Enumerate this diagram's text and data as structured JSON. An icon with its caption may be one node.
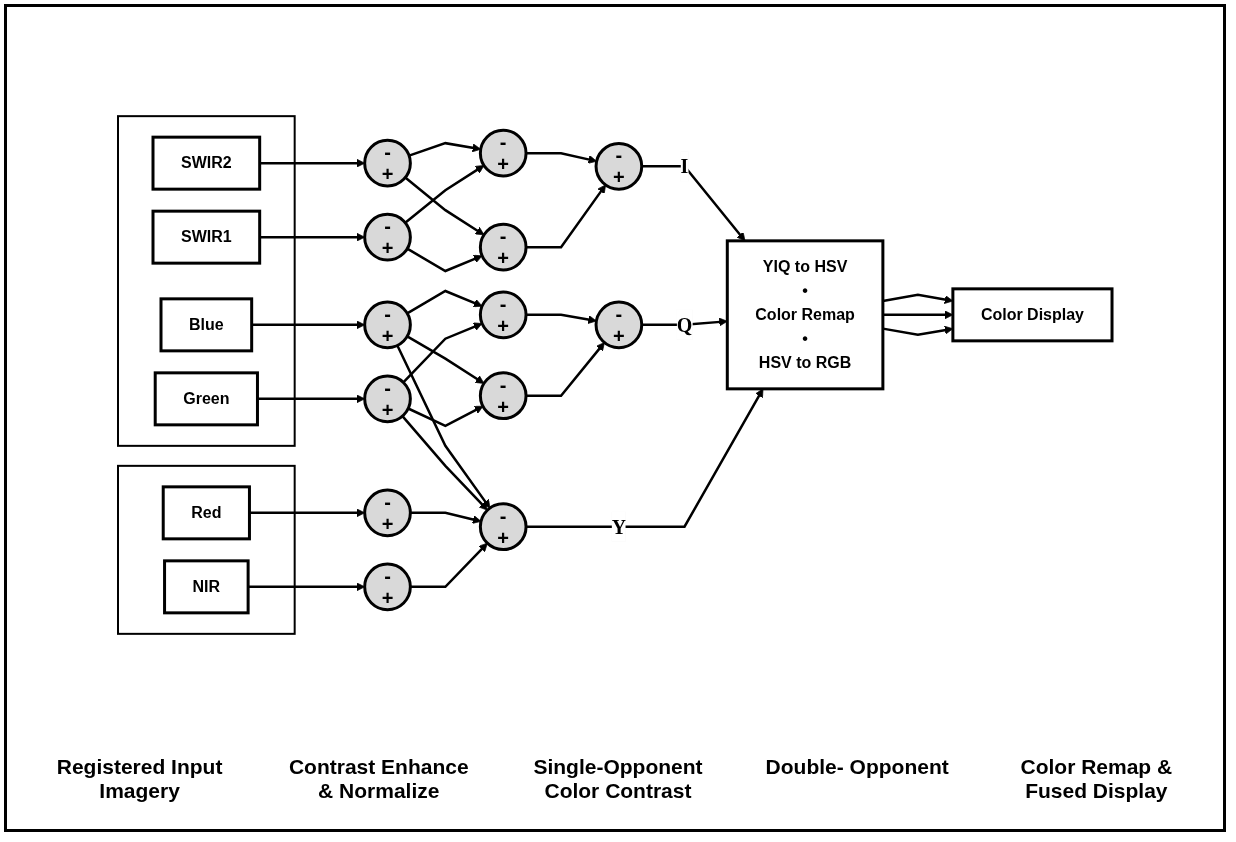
{
  "diagram": {
    "nodes": [
      {
        "text": [],
        "shape": "box"
      },
      {
        "text": [],
        "shape": "box"
      },
      {
        "text": [
          "SWIR2"
        ],
        "in": 0
      },
      {
        "text": [
          "SWIR1"
        ],
        "in": 0
      },
      {
        "text": [
          "Blue"
        ],
        "in": 0
      },
      {
        "text": [
          "Green"
        ],
        "in": 0
      },
      {
        "text": [
          "Red"
        ],
        "in": 1
      },
      {
        "text": [
          "NIR"
        ],
        "in": 1
      },
      {
        "text": [
          "-",
          "+"
        ]
      },
      {
        "text": [
          "-",
          "+"
        ]
      },
      {
        "text": [
          "-",
          "+"
        ]
      },
      {
        "text": [
          "-",
          "+"
        ]
      },
      {
        "text": [
          "-",
          "+"
        ]
      },
      {
        "text": [
          "-",
          "+"
        ]
      },
      {
        "text": [
          "-",
          "+"
        ]
      },
      {
        "text": [
          "-",
          "+"
        ]
      },
      {
        "text": [
          "-",
          "+"
        ]
      },
      {
        "text": [
          "-",
          "+"
        ]
      },
      {
        "text": [
          "-",
          "+"
        ]
      },
      {
        "text": [
          "-",
          "+"
        ]
      },
      {
        "text": [
          "-",
          "+"
        ]
      },
      {
        "text": [
          "YIQ to HSV",
          "•",
          "Color Remap",
          "•",
          "HSV to RGB"
        ]
      },
      {
        "text": [
          "Color Display"
        ]
      }
    ],
    "edges": [
      {
        "from": 2,
        "to": 8,
        "arrow": "to"
      },
      {
        "from": 3,
        "to": 9,
        "arrow": "to"
      },
      {
        "from": 4,
        "to": 10,
        "arrow": "to"
      },
      {
        "from": 5,
        "to": 11,
        "arrow": "to"
      },
      {
        "from": 6,
        "to": 12,
        "arrow": "to"
      },
      {
        "from": 7,
        "to": 13,
        "arrow": "to"
      },
      {
        "from": 8,
        "to": 14,
        "arrow": "to"
      },
      {
        "from": 8,
        "to": 15,
        "arrow": "to"
      },
      {
        "from": 9,
        "to": 14,
        "arrow": "to"
      },
      {
        "from": 9,
        "to": 15,
        "arrow": "to"
      },
      {
        "from": 10,
        "to": 16,
        "arrow": "to"
      },
      {
        "from": 10,
        "to": 17,
        "arrow": "to"
      },
      {
        "from": 11,
        "to": 16,
        "arrow": "to"
      },
      {
        "from": 11,
        "to": 17,
        "arrow": "to"
      },
      {
        "from": 10,
        "to": 18,
        "arrow": "to"
      },
      {
        "from": 11,
        "to": 18,
        "arrow": "to"
      },
      {
        "from": 12,
        "to": 18,
        "arrow": "to"
      },
      {
        "from": 13,
        "to": 18,
        "arrow": "to"
      },
      {
        "from": 14,
        "to": 19,
        "arrow": "to"
      },
      {
        "from": 15,
        "to": 19,
        "arrow": "to"
      },
      {
        "from": 16,
        "to": 20,
        "arrow": "to"
      },
      {
        "from": 17,
        "to": 20,
        "arrow": "to"
      },
      {
        "from": 19,
        "to": 21,
        "arrow": "to",
        "label": "I"
      },
      {
        "from": 20,
        "to": 21,
        "arrow": "to",
        "label": "Q"
      },
      {
        "from": 18,
        "to": 21,
        "arrow": "to",
        "label": "Y"
      },
      {
        "from": 21,
        "to": 22,
        "arrow": "to"
      },
      {
        "from": 21,
        "to": 22,
        "arrow": "to"
      },
      {
        "from": 21,
        "to": 22,
        "arrow": "to"
      }
    ],
    "labels": [
      "Registered Input Imagery",
      "Contrast Enhance & Normalize",
      "Single-Opponent Color Contrast",
      "Double- Opponent",
      "Color Remap & Fused Display"
    ]
  }
}
